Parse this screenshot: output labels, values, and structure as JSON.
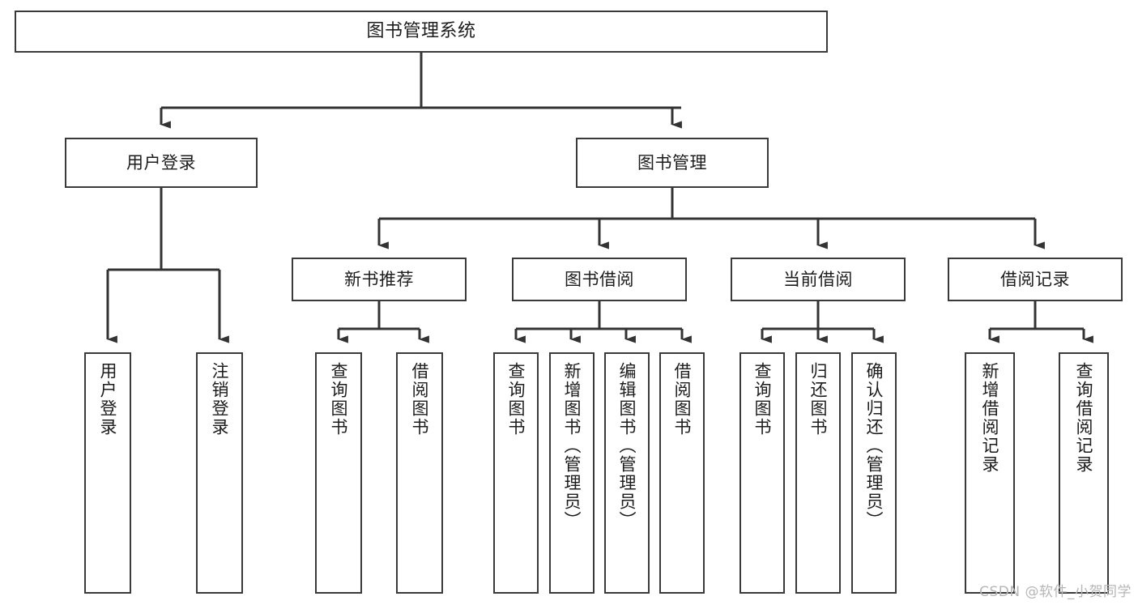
{
  "diagram": {
    "title": "图书管理系统",
    "type": "tree-hierarchy-chart",
    "colors": {
      "box_border": "#3a3a3a",
      "box_fill": "#ffffff",
      "connector": "#333333",
      "text": "#1c1c1c",
      "watermark": "#b6b6b6",
      "background": "#ffffff"
    }
  },
  "root": {
    "label": "图书管理系统"
  },
  "level2": [
    {
      "label": "用户登录"
    },
    {
      "label": "图书管理"
    }
  ],
  "level3": [
    {
      "label": "新书推荐"
    },
    {
      "label": "图书借阅"
    },
    {
      "label": "当前借阅"
    },
    {
      "label": "借阅记录"
    }
  ],
  "leaves": {
    "user_login": [
      {
        "label": "用户登录"
      },
      {
        "label": "注销登录"
      }
    ],
    "new_book": [
      {
        "label": "查询图书"
      },
      {
        "label": "借阅图书"
      }
    ],
    "book_borrow": [
      {
        "label": "查询图书"
      },
      {
        "label": "新增图书（管理员）"
      },
      {
        "label": "编辑图书（管理员）"
      },
      {
        "label": "借阅图书"
      }
    ],
    "current_borrow": [
      {
        "label": "查询图书"
      },
      {
        "label": "归还图书"
      },
      {
        "label": "确认归还（管理员）"
      }
    ],
    "borrow_record": [
      {
        "label": "新增借阅记录"
      },
      {
        "label": "查询借阅记录"
      }
    ]
  },
  "watermark": {
    "text": "CSDN @软件_小贺同学"
  }
}
